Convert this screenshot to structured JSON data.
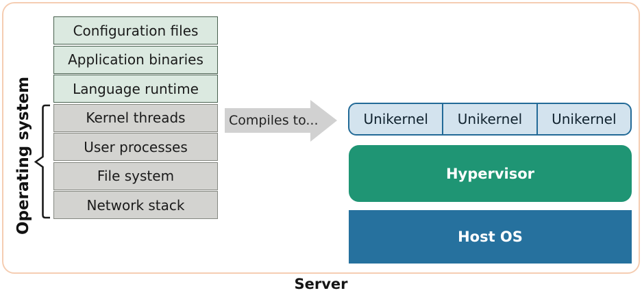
{
  "diagram": {
    "os_label": "Operating system",
    "stack": [
      {
        "label": "Configuration files",
        "layer": "application"
      },
      {
        "label": "Application binaries",
        "layer": "application"
      },
      {
        "label": "Language runtime",
        "layer": "application"
      },
      {
        "label": "Kernel threads",
        "layer": "operating-system"
      },
      {
        "label": "User processes",
        "layer": "operating-system"
      },
      {
        "label": "File system",
        "layer": "operating-system"
      },
      {
        "label": "Network stack",
        "layer": "operating-system"
      }
    ],
    "arrow_label": "Compiles to...",
    "unikernels": [
      {
        "label": "Unikernel"
      },
      {
        "label": "Unikernel"
      },
      {
        "label": "Unikernel"
      }
    ],
    "hypervisor_label": "Hypervisor",
    "host_os_label": "Host OS",
    "server_label": "Server",
    "colors": {
      "frame_border": "#f5cdb2",
      "app_box_fill": "#dbe9e0",
      "app_box_border": "#475f4d",
      "os_box_fill": "#d3d3d0",
      "os_box_border": "#848780",
      "arrow_fill": "#d1d1d1",
      "unikernel_fill": "#d3e3ee",
      "unikernel_border": "#226a97",
      "hypervisor_fill": "#1f9574",
      "host_os_fill": "#26719e",
      "text_dark": "#1a1a1a",
      "text_light": "#ffffff"
    }
  }
}
